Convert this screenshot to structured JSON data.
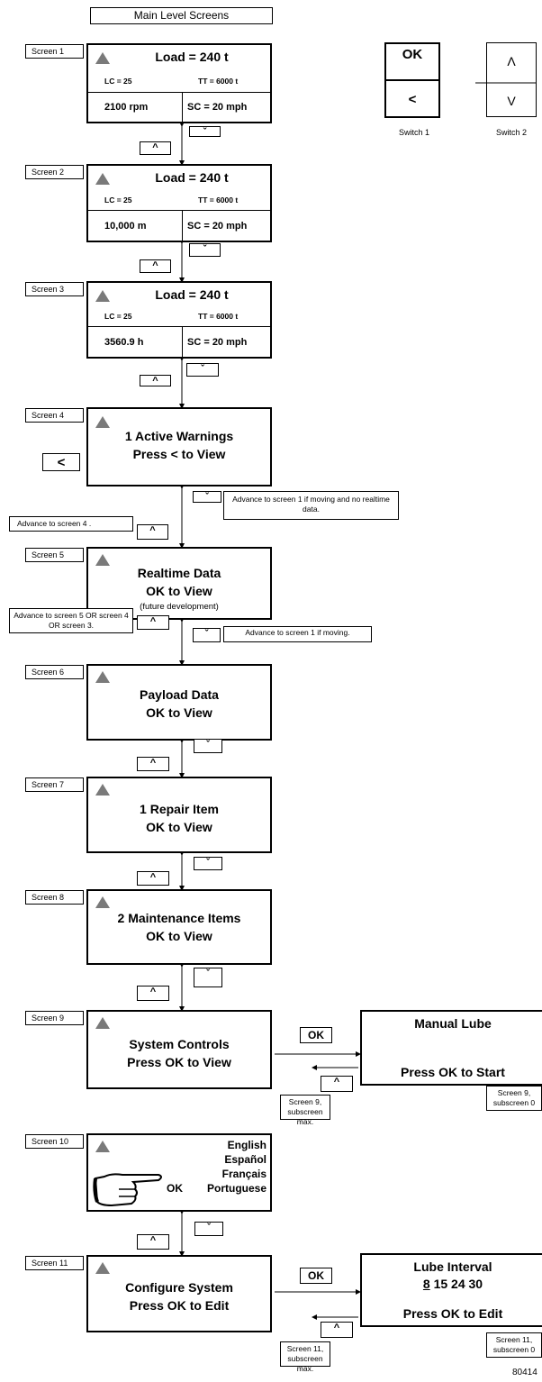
{
  "title": "Main Level Screens",
  "up_symbol": "^",
  "down_symbol": "ˇ",
  "screens": [
    {
      "label": "Screen 1",
      "load": "Load = 240 t",
      "lc": "LC = 25",
      "tt": "TT = 6000 t",
      "left": "2100 rpm",
      "right": "SC = 20 mph"
    },
    {
      "label": "Screen 2",
      "load": "Load = 240 t",
      "lc": "LC = 25",
      "tt": "TT = 6000 t",
      "left": "10,000 m",
      "right": "SC = 20 mph"
    },
    {
      "label": "Screen 3",
      "load": "Load = 240 t",
      "lc": "LC = 25",
      "tt": "TT = 6000 t",
      "left": "3560.9  h",
      "right": "SC = 20 mph"
    },
    {
      "label": "Screen 4",
      "line1": "1 Active Warnings",
      "line2": "Press < to View",
      "side_button": "<"
    },
    {
      "label": "Screen 5",
      "line1": "Realtime Data",
      "line2": "OK to View",
      "line3": "(future development)"
    },
    {
      "label": "Screen 6",
      "line1": "Payload Data",
      "line2": "OK to View"
    },
    {
      "label": "Screen 7",
      "line1": "1 Repair Item",
      "line2": "OK to View"
    },
    {
      "label": "Screen 8",
      "line1": "2 Maintenance Items",
      "line2": "OK to View"
    },
    {
      "label": "Screen 9",
      "line1": "System Controls",
      "line2": "Press OK to View"
    },
    {
      "label": "Screen 10",
      "languages": [
        "English",
        "Español",
        "Français",
        "Portuguese"
      ],
      "ok": "OK"
    },
    {
      "label": "Screen 11",
      "line1": "Configure System",
      "line2": "Press OK to Edit"
    }
  ],
  "switch1": {
    "top": "OK",
    "bottom": "<",
    "caption": "Switch 1"
  },
  "switch2": {
    "top": "Λ",
    "bottom": "V",
    "caption": "Switch 2"
  },
  "notes": {
    "s4_down": "Advance to screen 1 if moving and no realtime data.",
    "s4_up": "Advance to screen 4 .",
    "s5_up": "Advance to screen 5 OR screen 4 OR screen 3.",
    "s5_down": "Advance to screen 1 if moving."
  },
  "sub9": {
    "title": "Manual Lube",
    "bottom": "Press OK to Start",
    "ok_button": "OK",
    "note_left": "Screen 9, subscreen max.",
    "note_right": "Screen 9, subscreen 0"
  },
  "sub11": {
    "title": "Lube Interval",
    "values_underlined": "8",
    "values_rest": "15 24 30",
    "bottom": "Press OK to Edit",
    "ok_button": "OK",
    "note_left": "Screen 11, subscreen max.",
    "note_right": "Screen 11, subscreen 0"
  },
  "figure_number": "80414"
}
